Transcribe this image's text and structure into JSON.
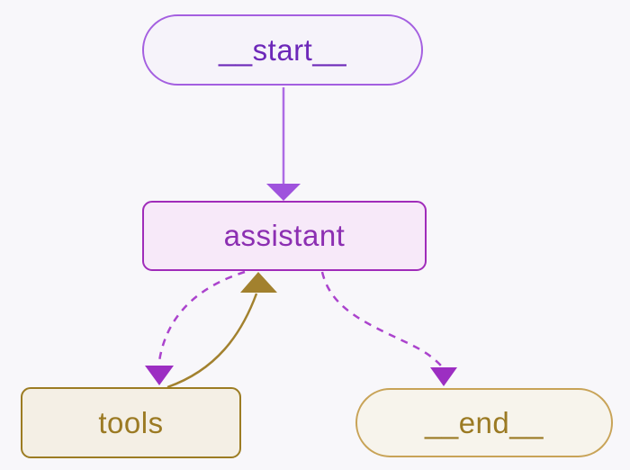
{
  "diagram": {
    "type": "state-graph",
    "background": "#f8f7fa",
    "nodes": [
      {
        "id": "start",
        "label": "__start__",
        "shape": "stadium",
        "fill": "#f6f3fa",
        "border": "#a45fe0",
        "text_color": "#6d28b9"
      },
      {
        "id": "assistant",
        "label": "assistant",
        "shape": "rounded-rect",
        "fill": "#f7e9f9",
        "border": "#a02cba",
        "text_color": "#8c2fb2"
      },
      {
        "id": "tools",
        "label": "tools",
        "shape": "rounded-rect",
        "fill": "#f4efe5",
        "border": "#9c7c22",
        "text_color": "#9b7a23"
      },
      {
        "id": "end",
        "label": "__end__",
        "shape": "stadium",
        "fill": "#f7f4ec",
        "border": "#c8a357",
        "text_color": "#9b7a23"
      }
    ],
    "edges": [
      {
        "from": "__start__",
        "to": "assistant",
        "style": "solid",
        "color": "#ad6ce4",
        "arrow_color": "#9f53dd"
      },
      {
        "from": "assistant",
        "to": "tools",
        "style": "dashed",
        "color": "#ab43cd",
        "arrow_color": "#9c2ec2"
      },
      {
        "from": "tools",
        "to": "assistant",
        "style": "solid",
        "color": "#a2812e",
        "arrow_color": "#a2812e"
      },
      {
        "from": "assistant",
        "to": "__end__",
        "style": "dashed",
        "color": "#ab43cd",
        "arrow_color": "#9c2ec2"
      }
    ]
  }
}
